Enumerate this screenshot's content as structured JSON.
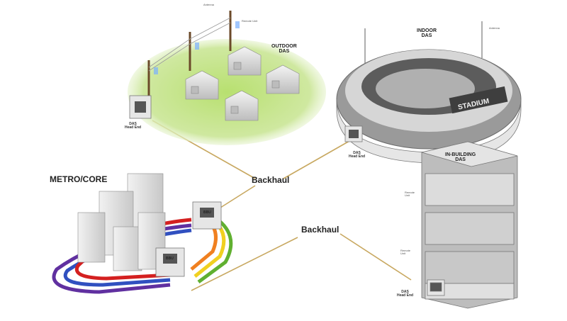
{
  "labels": {
    "metro_core": "METRO/CORE",
    "backhaul_upper": "Backhaul",
    "backhaul_lower": "Backhaul",
    "outdoor_das": "OUTDOOR\nDAS",
    "indoor_das": "INDOOR\nDAS",
    "in_building_das": "IN-BUILDING\nDAS",
    "stadium": "STADIUM",
    "head_end_outdoor": "DAS\nHead End",
    "head_end_stadium": "DAS\nHead End",
    "head_end_building": "DAS\nHead End",
    "antenna_outdoor": "Antenna",
    "remote_unit_outdoor": "Remote Unit",
    "antenna_stadium": "Antenna",
    "remote_unit_building_1": "Remote\nUnit",
    "remote_unit_building_2": "Remote\nUnit",
    "hub_label_1": "BBU",
    "hub_label_2": "BBU"
  },
  "colors": {
    "fiber_line": "#c8a860",
    "grass": "#a8d860",
    "building_gray": "#d8d8d8",
    "building_dark": "#8c8c8c",
    "ring_red": "#d42020",
    "ring_orange": "#f08020",
    "ring_yellow": "#f0d020",
    "ring_green": "#60b030",
    "ring_blue": "#3050c0",
    "ring_purple": "#6030a0"
  }
}
